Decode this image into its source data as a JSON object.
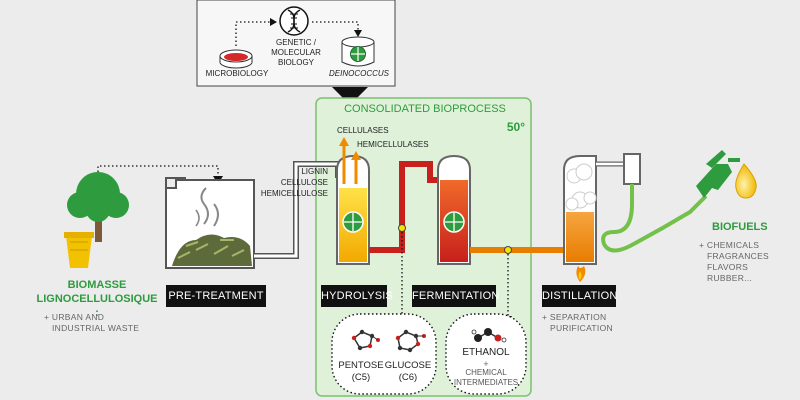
{
  "colors": {
    "green": "#2e9b3e",
    "yellow": "#f6c400",
    "orange": "#f08a00",
    "red": "#c8201c",
    "dark": "#111111",
    "gray_line": "#777777"
  },
  "top_box": {
    "microbiology": "MICROBIOLOGY",
    "genetic": "GENETIC /\nMOLECULAR\nBIOLOGY",
    "deinococcus": "DEINOCOCCUS"
  },
  "consolidated": {
    "title": "CONSOLIDATED BIOPROCESS",
    "temperature": "50°"
  },
  "enzymes": {
    "cellulases": "CELLULASES",
    "hemicellulases": "HEMICELLULASES"
  },
  "components": {
    "lignin": "LIGNIN",
    "cellulose": "CELLULOSE",
    "hemicellulose": "HEMICELLULOSE"
  },
  "stages": {
    "pretreatment": "PRE-TREATMENT",
    "hydrolysis": "HYDROLYSIS",
    "fermentation": "FERMENTATION",
    "distillation": "DISTILLATION"
  },
  "biomass": {
    "title_line1": "BIOMASSE",
    "title_line2": "LIGNOCELLULOSIQUE :",
    "note": "+ URBAN AND\n   INDUSTRIAL WASTE"
  },
  "biofuels": {
    "title": "BIOFUELS",
    "note": "+ CHEMICALS\n   FRAGRANCES\n   FLAVORS\n   RUBBER..."
  },
  "distillation_note": "+ SEPARATION\n   PURIFICATION",
  "sugars": {
    "pentose": "PENTOSE\n(C5)",
    "glucose": "GLUCOSE\n(C6)"
  },
  "ethanol": {
    "title": "ETHANOL",
    "plus": "+",
    "note": "CHEMICAL\nINTERMEDIATES"
  }
}
